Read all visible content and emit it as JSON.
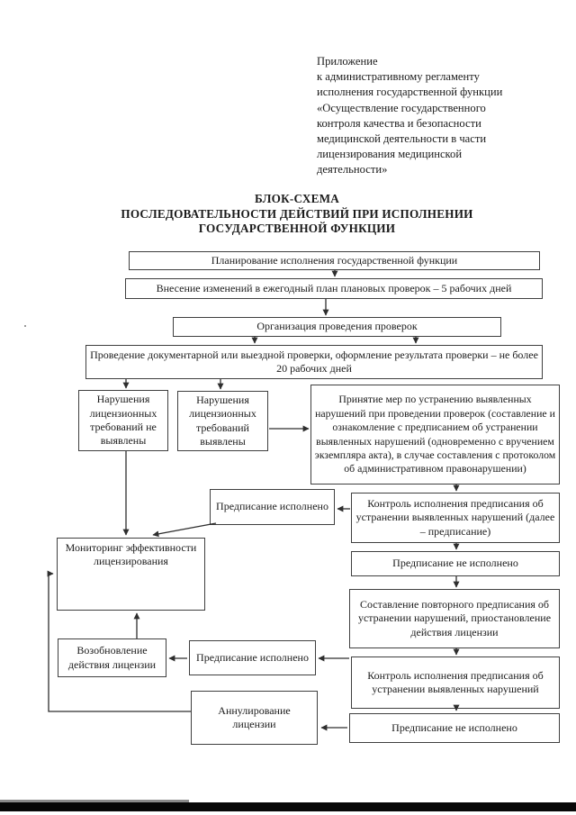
{
  "document": {
    "appendix_note": "Приложение\nк административному регламенту\nисполнения государственной функции\n«Осуществление государственного\nконтроля качества и безопасности\nмедицинской деятельности в части\nлицензирования медицинской\nдеятельности»",
    "title": "БЛОК-СХЕМА\nПОСЛЕДОВАТЕЛЬНОСТИ ДЕЙСТВИЙ ПРИ ИСПОЛНЕНИИ\nГОСУДАРСТВЕННОЙ ФУНКЦИИ"
  },
  "flowchart": {
    "boxes": [
      {
        "id": "planning",
        "text": "Планирование исполнения государственной функции"
      },
      {
        "id": "plan-changes",
        "text": "Внесение изменений в ежегодный план плановых проверок – 5 рабочих дней"
      },
      {
        "id": "inspection-organization",
        "text": "Организация проведения проверок"
      },
      {
        "id": "inspection-execution",
        "text": "Проведение документарной или выездной проверки, оформление результата проверки – не более 20 рабочих дней"
      },
      {
        "id": "no-violations",
        "text": "Нарушения лицензионных требований не выявлены"
      },
      {
        "id": "violations-found",
        "text": "Нарушения лицензионных требований выявлены"
      },
      {
        "id": "remedial-measures",
        "text": "Принятие мер по устранению выявленных нарушений при проведении проверок (составление и ознакомление с предписанием об устранении выявленных нарушений (одновременно с вручением экземпляра акта), в случае составления с протоколом об административном правонарушении)"
      },
      {
        "id": "order-control-1",
        "text": "Контроль исполнения предписания об устранении выявленных нарушений (далее – предписание)"
      },
      {
        "id": "order-not-executed-1",
        "text": "Предписание не исполнено"
      },
      {
        "id": "order-executed-1",
        "text": "Предписание исполнено"
      },
      {
        "id": "licensing-monitoring",
        "text": "Мониторинг эффективности лицензирования"
      },
      {
        "id": "repeat-order",
        "text": "Составление повторного предписания об устранении нарушений, приостановление действия лицензии"
      },
      {
        "id": "order-control-2",
        "text": "Контроль исполнения предписания об устранении выявленных нарушений"
      },
      {
        "id": "license-renewal",
        "text": "Возобновление действия лицензии"
      },
      {
        "id": "order-executed-2",
        "text": "Предписание исполнено"
      },
      {
        "id": "license-annulment",
        "text": "Аннулирование лицензии"
      },
      {
        "id": "order-not-executed-2",
        "text": "Предписание не исполнено"
      }
    ]
  },
  "colors": {
    "paper": "#ffffff",
    "ink": "#1b1b1b",
    "box_border": "#3f3f3f",
    "connector": "#2e2e2e",
    "bottom_rule": "#070707"
  }
}
